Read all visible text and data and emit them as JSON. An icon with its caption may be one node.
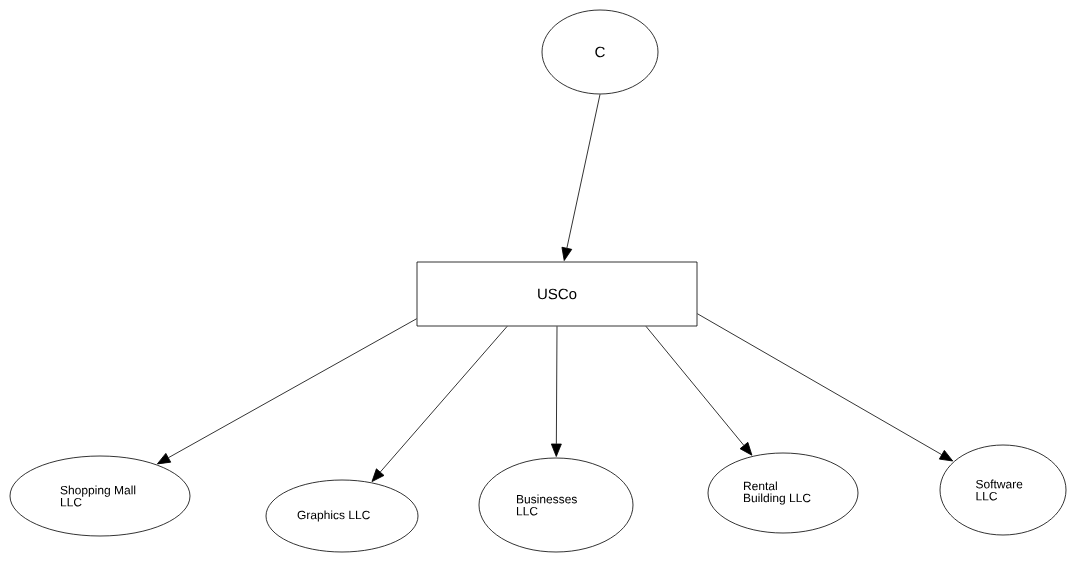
{
  "diagram": {
    "nodes": [
      {
        "text": [
          "C"
        ]
      },
      {
        "text": [
          "USCo"
        ]
      },
      {
        "text": [
          "Shopping Mall LLC"
        ]
      },
      {
        "text": [
          "Graphics LLC"
        ]
      },
      {
        "text": [
          "Businesses LLC"
        ]
      },
      {
        "text": [
          "Rental Building LLC"
        ]
      },
      {
        "text": [
          "Software LLC"
        ]
      }
    ],
    "edges": [
      {
        "from": 0,
        "to": 1,
        "arrow": "to"
      },
      {
        "from": 1,
        "to": 2,
        "arrow": "to"
      },
      {
        "from": 1,
        "to": 3,
        "arrow": "to"
      },
      {
        "from": 1,
        "to": 4,
        "arrow": "to"
      },
      {
        "from": 1,
        "to": 5,
        "arrow": "to"
      },
      {
        "from": 1,
        "to": 6,
        "arrow": "to"
      }
    ]
  }
}
